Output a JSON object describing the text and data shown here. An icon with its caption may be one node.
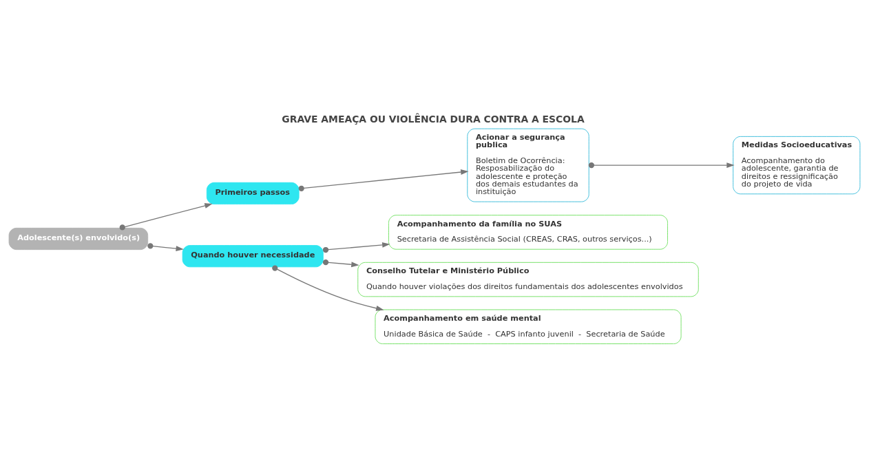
{
  "diagram": {
    "title": "GRAVE AMEAÇA OU VIOLÊNCIA DURA CONTRA A ESCOLA",
    "nodes": [
      {
        "text": [
          "Adolescente(s) envolvido(s)"
        ]
      },
      {
        "text": [
          "Primeiros passos"
        ]
      },
      {
        "text": [
          "Quando houver necessidade"
        ]
      },
      {
        "text": [
          "Acionar a segurança publica",
          "Boletim de Ocorrência: Resposabilização do adolescente e proteção dos demais estudantes da instituição"
        ]
      },
      {
        "text": [
          "Medidas Socioeducativas",
          "Acompanhamento do adolescente, garantia de direitos e ressignificação do projeto de vida"
        ]
      },
      {
        "text": [
          "Acompanhamento da família no SUAS",
          "Secretaria de Assistência Social (CREAS, CRAS, outros serviços...)"
        ]
      },
      {
        "text": [
          "Conselho Tutelar e Ministério Público",
          "Quando houver violações dos direitos fundamentais dos adolescentes envolvidos"
        ]
      },
      {
        "text": [
          "Acompanhamento em saúde mental",
          "Unidade Básica de Saúde  -  CAPS infanto juvenil  -  Secretaria de Saúde"
        ]
      }
    ],
    "edges": [
      {
        "from": 0,
        "to": 1,
        "arrow": "to"
      },
      {
        "from": 0,
        "to": 2,
        "arrow": "to"
      },
      {
        "from": 1,
        "to": 3,
        "arrow": "to"
      },
      {
        "from": 3,
        "to": 4,
        "arrow": "to"
      },
      {
        "from": 2,
        "to": 5,
        "arrow": "to"
      },
      {
        "from": 2,
        "to": 6,
        "arrow": "to"
      },
      {
        "from": 2,
        "to": 7,
        "arrow": "to"
      }
    ]
  }
}
